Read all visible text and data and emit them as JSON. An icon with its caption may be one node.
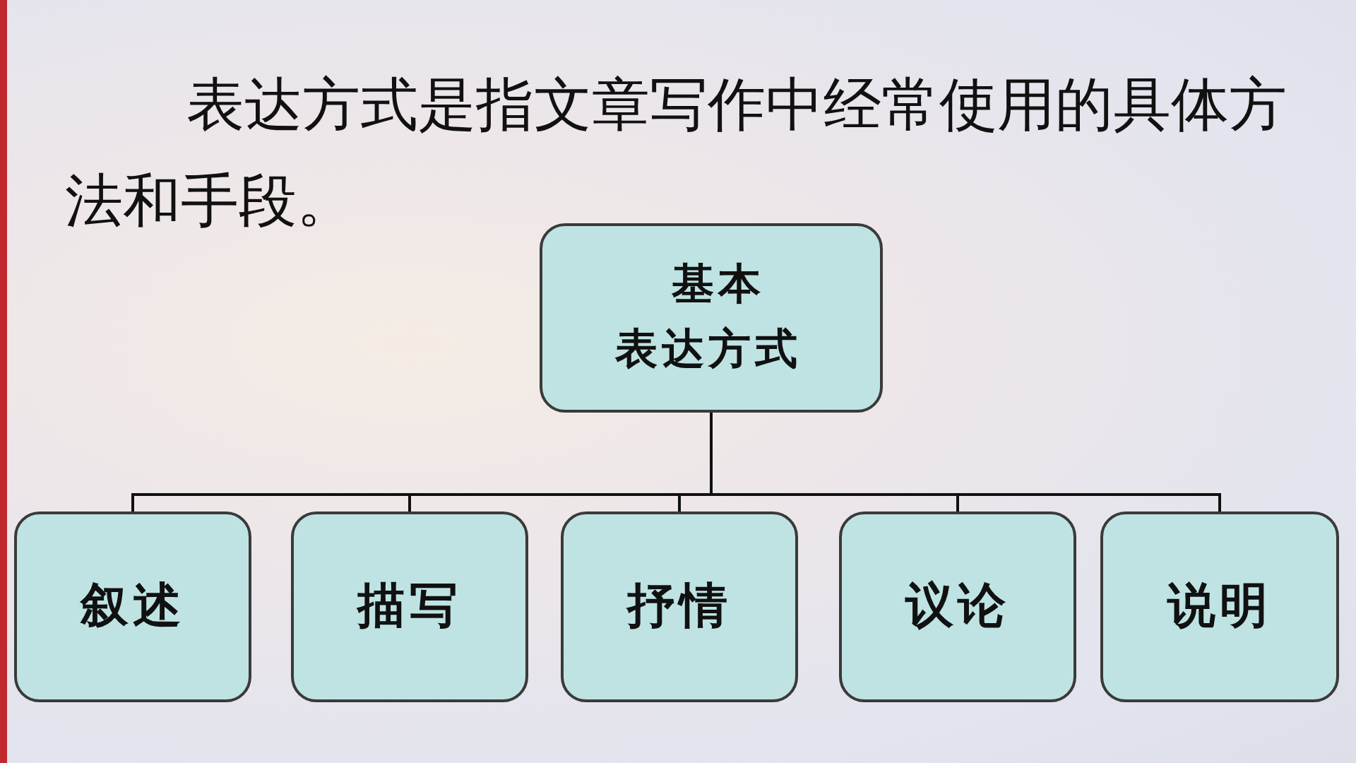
{
  "diagram": {
    "nodes": [
      {
        "text": [
          "基本表达方式"
        ]
      },
      {
        "text": [
          "叙述"
        ]
      },
      {
        "text": [
          "描写"
        ]
      },
      {
        "text": [
          "抒情"
        ]
      },
      {
        "text": [
          "议论"
        ]
      },
      {
        "text": [
          "说明"
        ]
      }
    ],
    "edges": [
      {
        "from": 0,
        "to": 1,
        "arrow": "none"
      },
      {
        "from": 0,
        "to": 2,
        "arrow": "none"
      },
      {
        "from": 0,
        "to": 3,
        "arrow": "none"
      },
      {
        "from": 0,
        "to": 4,
        "arrow": "none"
      },
      {
        "from": 0,
        "to": 5,
        "arrow": "none"
      }
    ],
    "labels": [
      "表达方式是指文章写作中经常使用的具体方法和手段。"
    ]
  }
}
